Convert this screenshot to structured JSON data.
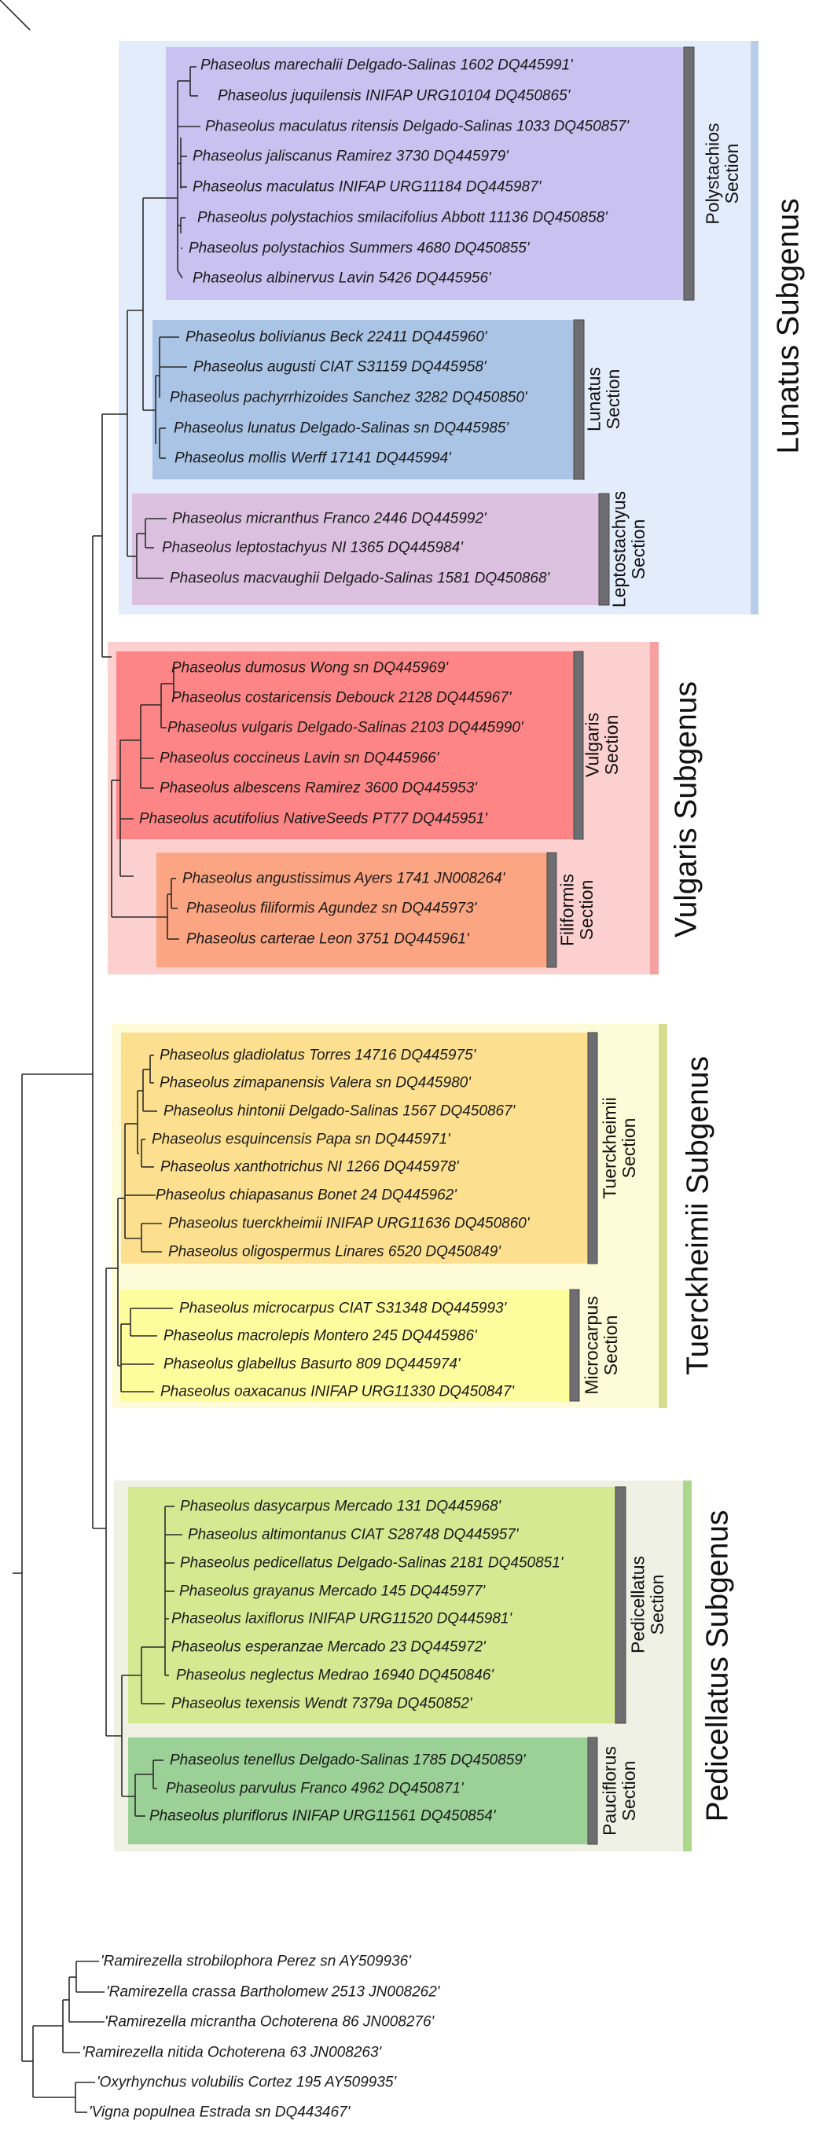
{
  "figure": {
    "type": "phylogenetic-tree",
    "genus": "Phaseolus"
  },
  "subgenera": [
    {
      "name": "Lunatus Subgenus",
      "outer_color": "#e3ecfb",
      "strip_color": "#b8cde8",
      "sections": [
        {
          "name": [
            "Polystachios",
            "Section"
          ],
          "color": "#c9c1ef",
          "leaves": [
            "Phaseolus marechalii Delgado-Salinas 1602 DQ445991'",
            "Phaseolus juquilensis INIFAP URG10104 DQ450865'",
            "Phaseolus maculatus ritensis Delgado-Salinas 1033 DQ450857'",
            "Phaseolus jaliscanus Ramirez 3730 DQ445979'",
            "Phaseolus maculatus INIFAP URG11184 DQ445987'",
            "Phaseolus polystachios smilacifolius Abbott 11136 DQ450858'",
            "Phaseolus polystachios Summers 4680 DQ450855'",
            "Phaseolus albinervus Lavin 5426 DQ445956'"
          ]
        },
        {
          "name": [
            "Lunatus",
            "Section"
          ],
          "color": "#aac4e6",
          "leaves": [
            "Phaseolus bolivianus Beck 22411 DQ445960'",
            "Phaseolus augusti CIAT S31159 DQ445958'",
            "Phaseolus pachyrrhizoides Sanchez 3282 DQ450850'",
            "Phaseolus lunatus Delgado-Salinas sn DQ445985'",
            "Phaseolus mollis Werff 17141 DQ445994'"
          ]
        },
        {
          "name": [
            "Leptostachyus",
            "Section"
          ],
          "color": "#dcc0e0",
          "leaves": [
            "Phaseolus micranthus Franco 2446 DQ445992'",
            "Phaseolus leptostachyus NI 1365 DQ445984'",
            "Phaseolus macvaughii Delgado-Salinas 1581 DQ450868'"
          ]
        }
      ]
    },
    {
      "name": "Vulgaris Subgenus",
      "outer_color": "#fdd0d0",
      "strip_color": "#f7a0a0",
      "sections": [
        {
          "name": [
            "Vulgaris",
            "Section"
          ],
          "color": "#fe8585",
          "leaves": [
            "Phaseolus dumosus Wong sn DQ445969'",
            "Phaseolus costaricensis Debouck 2128 DQ445967'",
            "Phaseolus vulgaris Delgado-Salinas 2103 DQ445990'",
            "Phaseolus coccineus Lavin sn DQ445966'",
            "Phaseolus albescens Ramirez 3600 DQ445953'",
            "Phaseolus acutifolius NativeSeeds PT77 DQ445951'"
          ]
        },
        {
          "name": [
            "Filiformis",
            "Section"
          ],
          "color": "#fca582",
          "leaves": [
            "Phaseolus angustissimus Ayers 1741 JN008264'",
            "Phaseolus filiformis Agundez sn DQ445973'",
            "Phaseolus carterae Leon 3751 DQ445961'"
          ]
        }
      ]
    },
    {
      "name": "Tuerckheimii Subgenus",
      "outer_color": "#fefbd8",
      "strip_color": "#d8dc90",
      "sections": [
        {
          "name": [
            "Tuerckheimii",
            "Section"
          ],
          "color": "#fde08f",
          "leaves": [
            "Phaseolus gladiolatus Torres 14716 DQ445975'",
            "Phaseolus zimapanensis Valera sn DQ445980'",
            "Phaseolus hintonii Delgado-Salinas 1567 DQ450867'",
            "Phaseolus esquincensis Papa sn DQ445971'",
            "Phaseolus xanthotrichus NI 1266 DQ445978'",
            "Phaseolus chiapasanus Bonet 24 DQ445962'",
            "Phaseolus tuerckheimii INIFAP URG11636 DQ450860'",
            "Phaseolus oligospermus Linares 6520 DQ450849'"
          ]
        },
        {
          "name": [
            "Microcarpus",
            "Section"
          ],
          "color": "#fefd9e",
          "leaves": [
            "Phaseolus microcarpus CIAT S31348 DQ445993'",
            "Phaseolus macrolepis Montero 245 DQ445986'",
            "Phaseolus glabellus Basurto 809 DQ445974'",
            "Phaseolus oaxacanus INIFAP URG11330 DQ450847'"
          ]
        }
      ]
    },
    {
      "name": "Pedicellatus Subgenus",
      "outer_color": "#eef1e4",
      "strip_color": "#acd88c",
      "sections": [
        {
          "name": [
            "Pedicellatus",
            "Section"
          ],
          "color": "#d5e992",
          "leaves": [
            "Phaseolus dasycarpus Mercado 131 DQ445968'",
            "Phaseolus altimontanus CIAT S28748 DQ445957'",
            "Phaseolus pedicellatus Delgado-Salinas 2181 DQ450851'",
            "Phaseolus grayanus Mercado 145 DQ445977'",
            "Phaseolus laxiflorus INIFAP URG11520 DQ445981'",
            "Phaseolus esperanzae Mercado 23 DQ445972'",
            "Phaseolus neglectus Medrao 16940 DQ450846'",
            "Phaseolus texensis Wendt 7379a DQ450852'"
          ]
        },
        {
          "name": [
            "Pauciflorus",
            "Section"
          ],
          "color": "#9bd197",
          "leaves": [
            "Phaseolus tenellus Delgado-Salinas 1785 DQ450859'",
            "Phaseolus parvulus Franco 4962 DQ450871'",
            "Phaseolus pluriflorus INIFAP URG11561 DQ450854'"
          ]
        }
      ]
    }
  ],
  "outgroups": [
    "'Ramirezella strobilophora Perez sn AY509936'",
    "'Ramirezella crassa Bartholomew 2513 JN008262'",
    "'Ramirezella micrantha Ochoterena 86 JN008276'",
    "'Ramirezella nitida Ochoterena 63 JN008263'",
    "'Oxyrhynchus volubilis Cortez 195 AY509935'",
    "'Vigna populnea Estrada sn DQ443467'"
  ],
  "colors": {
    "branch": "#2b2b2b",
    "section_bar": "#6e6e72"
  }
}
